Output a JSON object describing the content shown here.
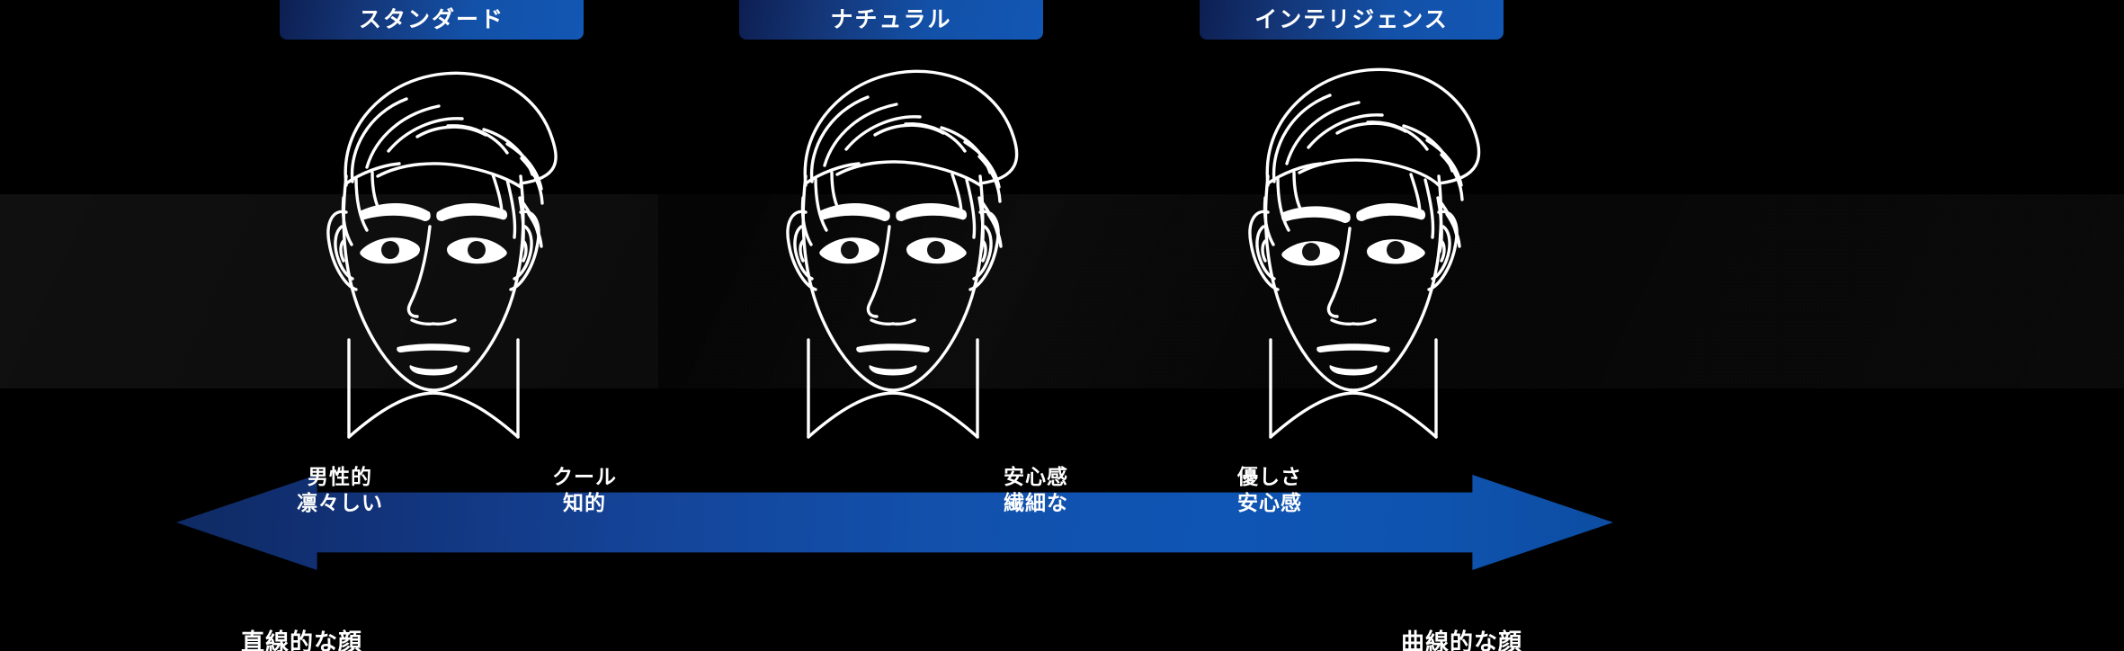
{
  "theme": {
    "background": "#000000",
    "badge_gradient_from": "#0d1f52",
    "badge_gradient_to": "#1257b4",
    "arrow_gradient_from": "#0f2a63",
    "arrow_gradient_to": "#0f55b4",
    "text_color": "#ffffff",
    "line_art_color": "#ffffff"
  },
  "badges": [
    {
      "label": "スタンダード",
      "name": "badge-standard"
    },
    {
      "label": "ナチュラル",
      "name": "badge-natural"
    },
    {
      "label": "インテリジェンス",
      "name": "badge-intelligence"
    }
  ],
  "faces": [
    {
      "alt": "standard-face-illustration"
    },
    {
      "alt": "natural-face-illustration"
    },
    {
      "alt": "intelligence-face-illustration"
    }
  ],
  "arrow": {
    "direction": "double",
    "labels": [
      {
        "line1": "男性的",
        "line2": "凛々しい"
      },
      {
        "line1": "クール",
        "line2": "知的"
      },
      {
        "line1": "安心感",
        "line2": "繊細な"
      },
      {
        "line1": "優しさ",
        "line2": "安心感"
      }
    ]
  },
  "bottom_captions": {
    "left": "直線的な顔",
    "right": "曲線的な顔"
  }
}
